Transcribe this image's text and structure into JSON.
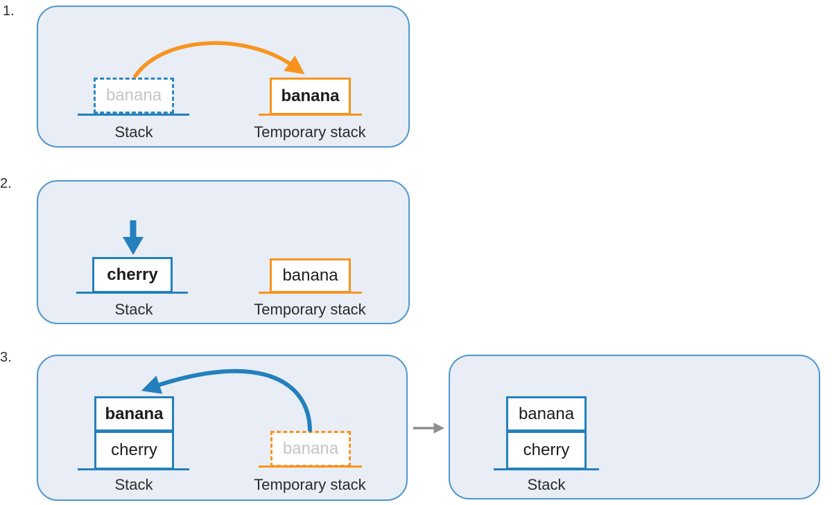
{
  "diagram": {
    "title_hint": "stack-reorder-steps",
    "steps": [
      {
        "number": "1.",
        "stack": {
          "label": "Stack",
          "ghost_item": "banana"
        },
        "temp": {
          "label": "Temporary stack",
          "item": "banana"
        },
        "arrow": "orange-curve-stack-to-temp"
      },
      {
        "number": "2.",
        "stack": {
          "label": "Stack",
          "item": "cherry",
          "push_arrow": "blue-down-arrow"
        },
        "temp": {
          "label": "Temporary stack",
          "item": "banana"
        }
      },
      {
        "number": "3.",
        "stack": {
          "label": "Stack",
          "items": [
            "banana",
            "cherry"
          ]
        },
        "temp": {
          "label": "Temporary stack",
          "ghost_item": "banana"
        },
        "arrow": "blue-curve-temp-to-stack",
        "result": {
          "label": "Stack",
          "items": [
            "banana",
            "cherry"
          ]
        }
      }
    ],
    "colors": {
      "blue": "#2380bc",
      "orange": "#f8941e",
      "panel_fill": "#e8edf6",
      "panel_border": "#4e96cc",
      "ghost_text": "#c4c4c4",
      "label_text": "#2b2b2b",
      "gray_arrow": "#8e8e8e"
    }
  }
}
